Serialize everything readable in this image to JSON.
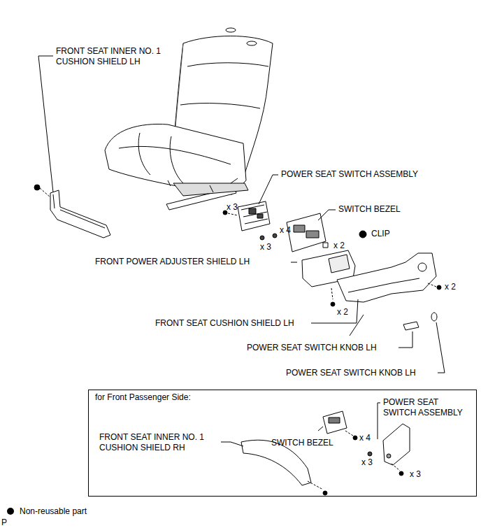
{
  "diagram": {
    "nodes": [
      {
        "text": [
          "for Front Passenger Side:"
        ]
      }
    ],
    "labels": [
      "FRONT SEAT INNER NO. 1 CUSHION SHIELD LH",
      "POWER SEAT SWITCH ASSEMBLY",
      "x 3",
      "SWITCH BEZEL",
      "x 4",
      "x 3",
      "CLIP",
      "x 2",
      "FRONT POWER ADJUSTER SHIELD LH",
      "x 2",
      "x 2",
      "FRONT SEAT CUSHION SHIELD LH",
      "POWER SEAT SWITCH KNOB LH",
      "POWER SEAT SWITCH KNOB LH",
      "POWER SEAT SWITCH ASSEMBLY",
      "FRONT SEAT INNER NO. 1 CUSHION SHIELD RH",
      "SWITCH BEZEL",
      "x 4",
      "x 3",
      "x 3",
      "P"
    ],
    "legend": [
      {
        "text": "Non-reusable part"
      }
    ]
  }
}
